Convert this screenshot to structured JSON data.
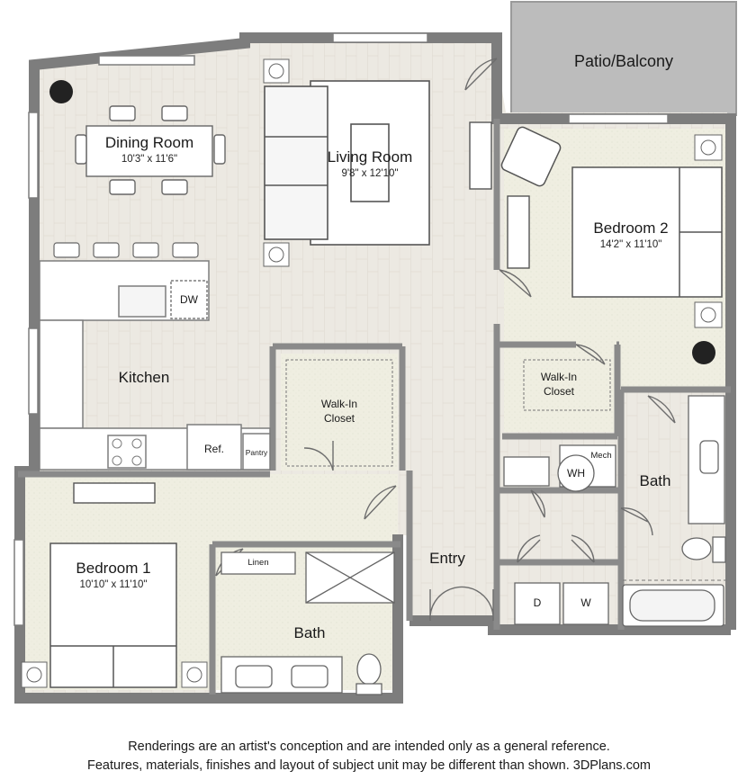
{
  "rooms": {
    "patio": {
      "name": "Patio/Balcony"
    },
    "dining": {
      "name": "Dining Room",
      "size": "10'3\" x 11'6\""
    },
    "living": {
      "name": "Living Room",
      "size": "9'8\" x 12'10\""
    },
    "bedroom2": {
      "name": "Bedroom 2",
      "size": "14'2\" x 11'10\""
    },
    "kitchen": {
      "name": "Kitchen"
    },
    "walkin1": {
      "line1": "Walk-In",
      "line2": "Closet"
    },
    "walkin2": {
      "line1": "Walk-In",
      "line2": "Closet"
    },
    "bath2": {
      "name": "Bath"
    },
    "bedroom1": {
      "name": "Bedroom 1",
      "size": "10'10\" x 11'10\""
    },
    "bath1": {
      "name": "Bath"
    },
    "entry": {
      "name": "Entry"
    }
  },
  "fixtures": {
    "dishwasher": "DW",
    "refrigerator": "Ref.",
    "pantry": "Pantry",
    "water_heater": "WH",
    "mech": "Mech",
    "linen": "Linen",
    "dryer": "D",
    "washer": "W"
  },
  "disclaimer": {
    "line1": "Renderings are an artist's conception and are intended only as a general reference.",
    "line2": "Features, materials, finishes and layout of subject unit may be different than shown. 3DPlans.com"
  },
  "colors": {
    "wall": "#808080",
    "floor_wood": "#ece9e2",
    "floor_carpet": "#efeee0",
    "patio": "#bdbdbd",
    "fixture": "#ffffff"
  }
}
